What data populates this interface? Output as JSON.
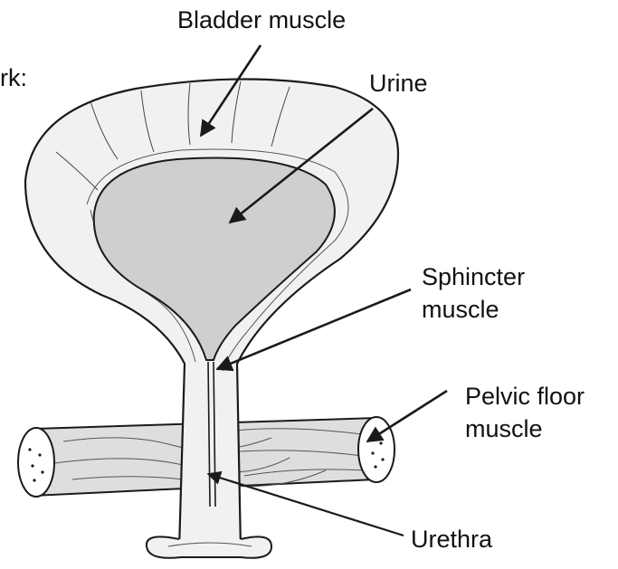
{
  "labels": {
    "fragment": "rk:",
    "bladder_muscle": "Bladder muscle",
    "urine": "Urine",
    "sphincter_line1": "Sphincter",
    "sphincter_line2": "muscle",
    "pelvic_line1": "Pelvic floor",
    "pelvic_line2": "muscle",
    "urethra": "Urethra"
  },
  "colors": {
    "outline": "#1a1a1a",
    "bladder_wall": "#f1f1f1",
    "urine_fill": "#cfcfcf",
    "muscle_fill": "#dedede",
    "background": "#ffffff"
  }
}
